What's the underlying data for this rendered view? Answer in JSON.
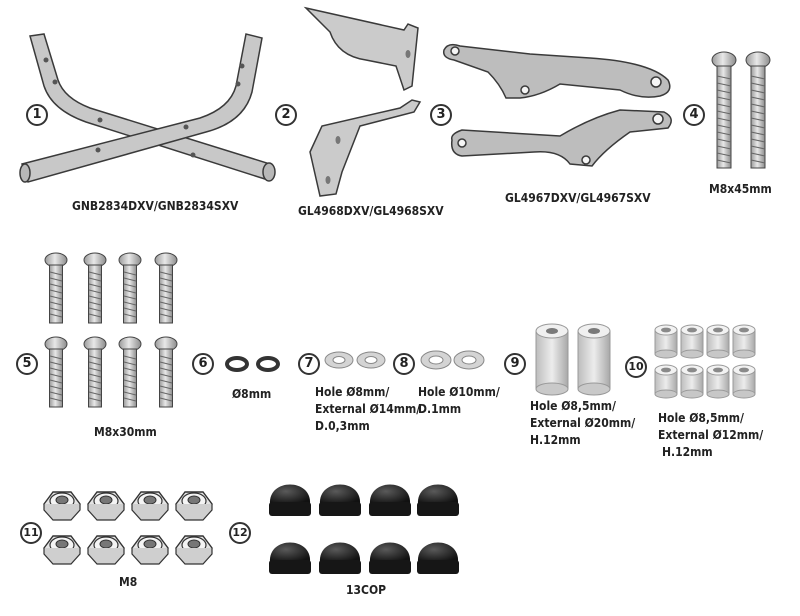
{
  "items": [
    {
      "number": "1",
      "label": [
        "GNB2834DXV/GNB2834SXV"
      ]
    },
    {
      "number": "2",
      "label": [
        "GL4968DXV/GL4968SXV"
      ]
    },
    {
      "number": "3",
      "label": [
        "GL4967DXV/GL4967SXV"
      ]
    },
    {
      "number": "4",
      "label": [
        "M8x45mm"
      ]
    },
    {
      "number": "5",
      "label": [
        "M8x30mm"
      ]
    },
    {
      "number": "6",
      "label": [
        "Ø8mm"
      ]
    },
    {
      "number": "7",
      "label": [
        "Hole Ø8mm/",
        "External Ø14mm/",
        "D.0,3mm"
      ]
    },
    {
      "number": "8",
      "label": [
        "Hole Ø10mm/",
        "D.1mm"
      ]
    },
    {
      "number": "9",
      "label": [
        "Hole Ø8,5mm/",
        "External Ø20mm/",
        "H.12mm"
      ]
    },
    {
      "number": "10",
      "label": [
        "Hole Ø8,5mm/",
        "External Ø12mm/",
        "H.12mm"
      ]
    },
    {
      "number": "11",
      "label": [
        "M8"
      ]
    },
    {
      "number": "12",
      "label": [
        "13COP"
      ]
    }
  ],
  "colors": {
    "metal": "#c8c8c8",
    "outline": "#3a3a3a",
    "cap": "#1c1c1c"
  }
}
